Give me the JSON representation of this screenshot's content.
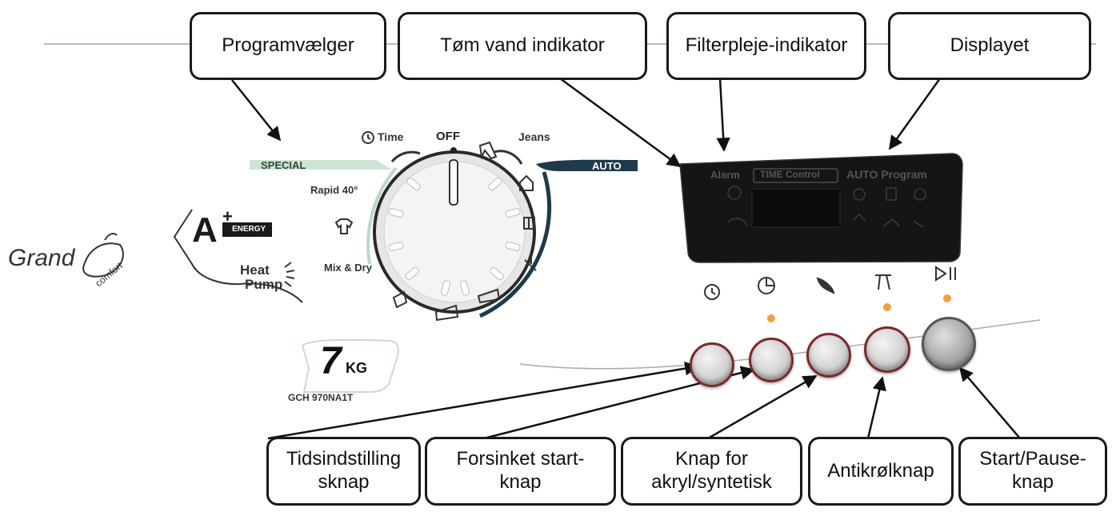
{
  "callouts": {
    "program_selector": "Programvælger",
    "drain_indicator": "Tøm vand indikator",
    "filter_indicator": "Filterpleje-indikator",
    "display": "Displayet",
    "time_button": "Tidsindstilling\nsknap",
    "delay_button": "Forsinket start-\nknap",
    "acrylic_button": "Knap for\nakryl/syntetisk",
    "anticrease_button": "Antikrølknap",
    "start_pause_button": "Start/Pause-\nknap"
  },
  "dial": {
    "off": "OFF",
    "time": "Time",
    "jeans": "Jeans",
    "special": "SPECIAL",
    "auto": "AUTO",
    "rapid": "Rapid 40°",
    "mix_dry": "Mix & Dry"
  },
  "display_panel": {
    "alarm": "Alarm",
    "time_control": "TIME Control",
    "auto_program": "AUTO Program"
  },
  "branding": {
    "grand": "Grand",
    "comfort": "comfort",
    "energy_class": "A",
    "energy_plus": "+",
    "energy_word": "ENERGY",
    "heat": "Heat",
    "pump": "Pump",
    "capacity_number": "7",
    "capacity_unit": "KG",
    "model": "GCH 970NA1T"
  },
  "colors": {
    "accent_dark": "#1f3a4a",
    "special_green": "#cfe3d3",
    "led": "#f0a040"
  }
}
